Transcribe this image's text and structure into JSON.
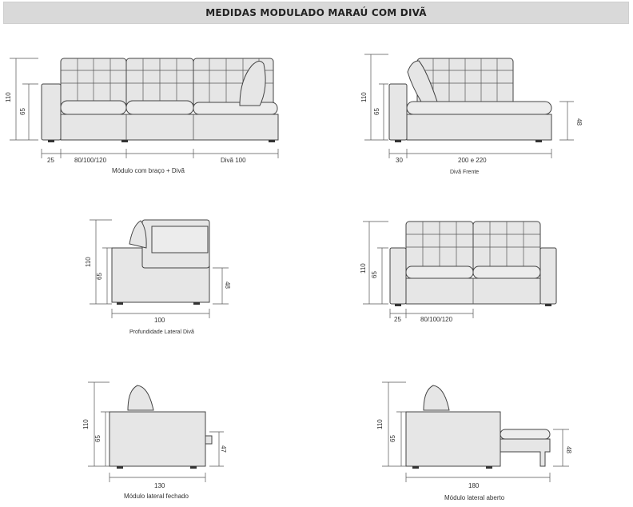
{
  "title": "MEDIDAS MODULADO MARAÚ COM DIVÃ",
  "panels": {
    "p1": {
      "caption": "Módulo com braço + Divã",
      "h_total": "110",
      "h_seat": "65",
      "w_arm": "25",
      "w_module": "80/100/120",
      "w_diva": "Divã 100"
    },
    "p2": {
      "caption": "Divã Frente",
      "h_total": "110",
      "h_seat": "65",
      "h_front": "48",
      "w_arm": "30",
      "w_diva": "200 e 220"
    },
    "p3": {
      "caption": "Profundidade Lateral Divã",
      "h_total": "110",
      "h_seat": "65",
      "h_front": "48",
      "depth": "100"
    },
    "p4": {
      "h_total": "110",
      "h_seat": "65",
      "w_arm": "25",
      "w_module": "80/100/120"
    },
    "p5": {
      "caption": "Módulo lateral fechado",
      "h_total": "110",
      "h_seat": "65",
      "h_front": "47",
      "depth": "130"
    },
    "p6": {
      "caption": "Módulo lateral aberto",
      "h_total": "110",
      "h_seat": "65",
      "h_front": "48",
      "depth": "180"
    }
  }
}
